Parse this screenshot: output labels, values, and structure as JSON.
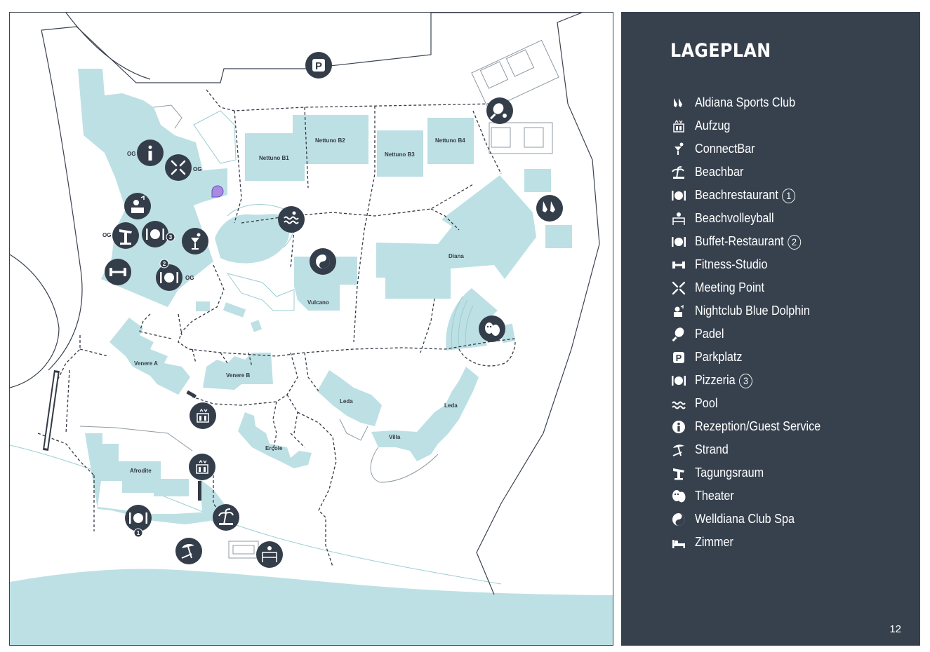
{
  "legend": {
    "title": "LAGEPLAN",
    "items": [
      {
        "icon": "sports-club-icon",
        "label": "Aldiana Sports Club",
        "num": ""
      },
      {
        "icon": "elevator-icon",
        "label": "Aufzug",
        "num": ""
      },
      {
        "icon": "cocktail-icon",
        "label": "ConnectBar",
        "num": ""
      },
      {
        "icon": "beachbar-icon",
        "label": "Beachbar",
        "num": ""
      },
      {
        "icon": "restaurant-icon",
        "label": "Beachrestaurant",
        "num": "1"
      },
      {
        "icon": "beachvolleyball-icon",
        "label": "Beachvolleyball",
        "num": ""
      },
      {
        "icon": "restaurant-icon",
        "label": "Buffet-Restaurant",
        "num": "2"
      },
      {
        "icon": "dumbbell-icon",
        "label": "Fitness-Studio",
        "num": ""
      },
      {
        "icon": "meeting-point-icon",
        "label": "Meeting Point",
        "num": ""
      },
      {
        "icon": "dj-icon",
        "label": "Nightclub Blue Dolphin",
        "num": ""
      },
      {
        "icon": "padel-icon",
        "label": "Padel",
        "num": ""
      },
      {
        "icon": "parking-icon",
        "label": "Parkplatz",
        "num": ""
      },
      {
        "icon": "restaurant-icon",
        "label": "Pizzeria",
        "num": "3"
      },
      {
        "icon": "pool-icon",
        "label": "Pool",
        "num": ""
      },
      {
        "icon": "info-icon",
        "label": "Rezeption/Guest Service",
        "num": ""
      },
      {
        "icon": "beach-umbrella-icon",
        "label": "Strand",
        "num": ""
      },
      {
        "icon": "lectern-icon",
        "label": "Tagungsraum",
        "num": ""
      },
      {
        "icon": "theater-masks-icon",
        "label": "Theater",
        "num": ""
      },
      {
        "icon": "spa-yin-yang-icon",
        "label": "Welldiana Club Spa",
        "num": ""
      },
      {
        "icon": "bed-icon",
        "label": "Zimmer",
        "num": ""
      }
    ]
  },
  "page_number": "12",
  "map": {
    "buildings": {
      "nettuno_b1": "Nettuno B1",
      "nettuno_b2": "Nettuno B2",
      "nettuno_b3": "Nettuno B3",
      "nettuno_b4": "Nettuno B4",
      "diana": "Diana",
      "vulcano": "Vulcano",
      "venere_a": "Venere A",
      "venere_b": "Venere B",
      "leda_1": "Leda",
      "leda_2": "Leda",
      "villa": "Villa",
      "ercole": "Ercole",
      "afrodite": "Afrodite"
    },
    "og": "OG",
    "badges": {
      "one": "1",
      "two": "2",
      "three": "3"
    }
  },
  "colors": {
    "panel": "#37414e",
    "water": "#bde0e4",
    "icon_bg": "#343d4a"
  }
}
